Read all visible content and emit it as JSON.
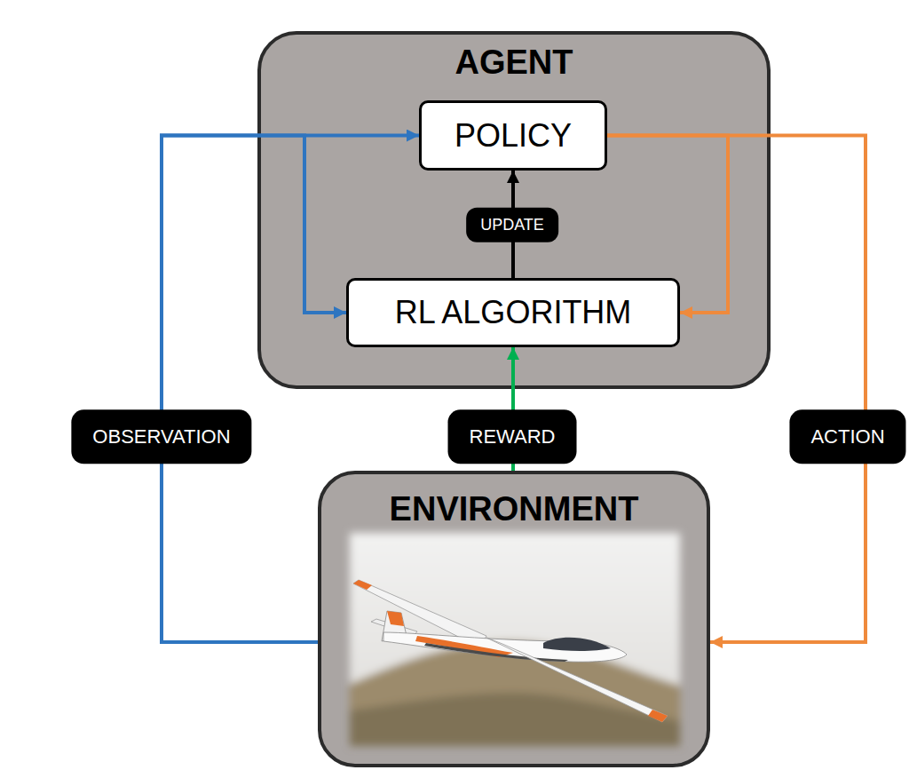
{
  "diagram": {
    "nodes": [
      {
        "text": [
          "AGENT"
        ]
      },
      {
        "text": [
          "POLICY"
        ],
        "in": 0
      },
      {
        "text": [
          "RL ALGORITHM"
        ],
        "in": 0
      },
      {
        "text": [
          "ENVIRONMENT"
        ]
      }
    ],
    "edges": [
      {
        "from": 3,
        "to": 1,
        "arrow": "to",
        "label": "OBSERVATION"
      },
      {
        "from": 3,
        "to": 2,
        "arrow": "to"
      },
      {
        "from": 1,
        "to": 3,
        "arrow": "to",
        "label": "ACTION"
      },
      {
        "from": 1,
        "to": 2,
        "arrow": "to"
      },
      {
        "from": 3,
        "to": 2,
        "arrow": "to",
        "label": "REWARD"
      },
      {
        "from": 2,
        "to": 1,
        "arrow": "to",
        "label": "UPDATE"
      }
    ]
  }
}
